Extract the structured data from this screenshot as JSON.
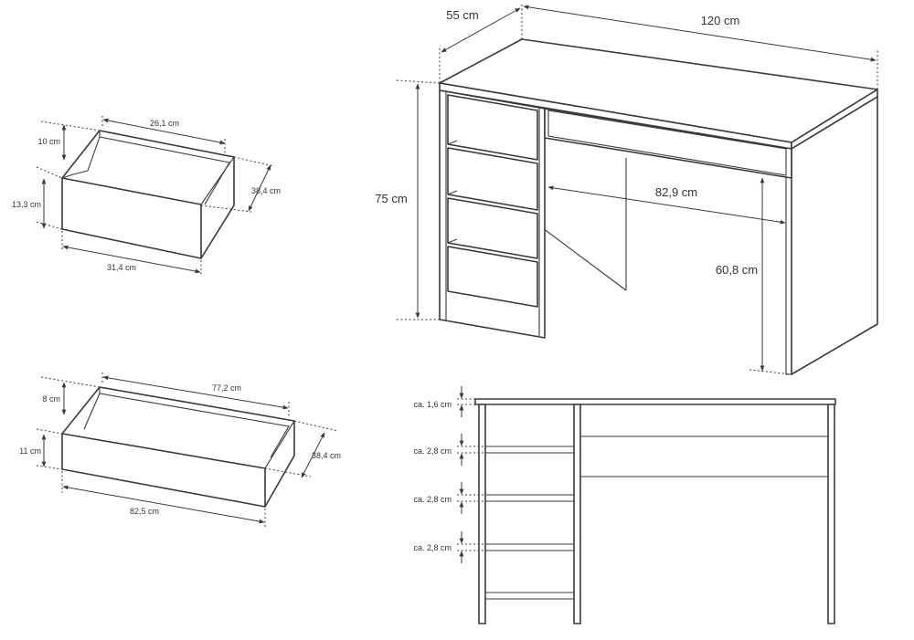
{
  "small_drawer": {
    "width_inner": "26,1 cm",
    "height_inner": "10 cm",
    "depth": "38,4 cm",
    "height_outer": "13,3 cm",
    "width_outer": "31,4 cm"
  },
  "large_drawer": {
    "width_inner": "77,2 cm",
    "height_inner": "8 cm",
    "height_outer": "11 cm",
    "depth": "38,4 cm",
    "width_outer": "82,5 cm"
  },
  "desk": {
    "depth": "55 cm",
    "width": "120 cm",
    "height": "75 cm",
    "knee_width": "82,9 cm",
    "knee_height": "60,8 cm"
  },
  "front_view": {
    "top_thickness": "ca. 1,6 cm",
    "gap_1": "ca. 2,8 cm",
    "gap_2": "ca. 2,8 cm",
    "gap_3": "ca. 2,8 cm"
  }
}
